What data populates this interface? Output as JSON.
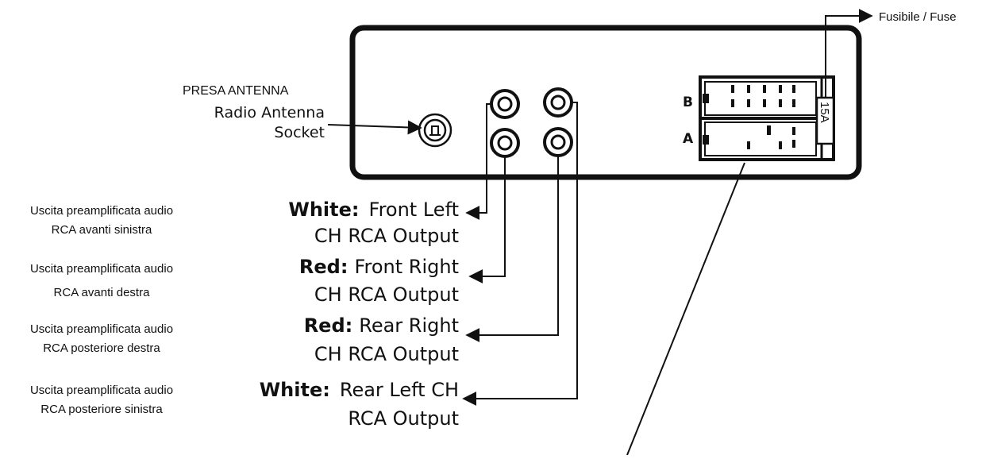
{
  "fuse_label": "Fusibile / Fuse",
  "fuse_value": "15A",
  "antenna": {
    "it": "PRESA ANTENNA",
    "en_line1": "Radio Antenna",
    "en_line2": "Socket"
  },
  "connector_labels": {
    "b": "B",
    "a": "A"
  },
  "outputs": [
    {
      "it_line1": "Uscita preamplificata audio",
      "it_line2": "RCA avanti sinistra",
      "color": "White:",
      "en_line1": "Front Left",
      "en_line2": "CH RCA Output"
    },
    {
      "it_line1": "Uscita preamplificata audio",
      "it_line2": "RCA avanti destra",
      "color": "Red:",
      "en_line1": "Front Right",
      "en_line2": "CH RCA Output"
    },
    {
      "it_line1": "Uscita preamplificata audio",
      "it_line2": "RCA posteriore destra",
      "color": "Red:",
      "en_line1": "Rear Right",
      "en_line2": "CH RCA Output"
    },
    {
      "it_line1": "Uscita preamplificata audio",
      "it_line2": "RCA posteriore sinistra",
      "color": "White:",
      "en_line1": "Rear Left CH",
      "en_line2": "RCA Output"
    }
  ]
}
